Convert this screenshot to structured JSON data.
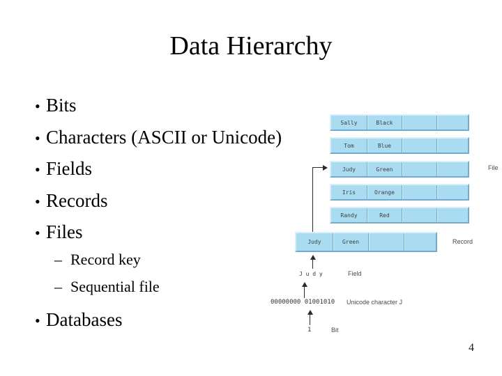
{
  "slide": {
    "title": "Data Hierarchy",
    "page_number": "4",
    "bullet_char": "•",
    "dash_char": "–",
    "bullets_level1": [
      "Bits",
      "Characters (ASCII or Unicode)",
      "Fields",
      "Records",
      "Files"
    ],
    "sub_bullets": [
      "Record key",
      "Sequential file"
    ],
    "bullets_level1_cont": [
      "Databases"
    ]
  },
  "diagram": {
    "file_table": {
      "label": "File",
      "rows": [
        {
          "first_name": "Sally",
          "last_name": "Black"
        },
        {
          "first_name": "Tom",
          "last_name": "Blue"
        },
        {
          "first_name": "Judy",
          "last_name": "Green"
        },
        {
          "first_name": "Iris",
          "last_name": "Orange"
        },
        {
          "first_name": "Randy",
          "last_name": "Red"
        }
      ]
    },
    "record": {
      "label": "Record",
      "first_name": "Judy",
      "last_name": "Green"
    },
    "field": {
      "label": "Field",
      "value": "J u d y"
    },
    "unicode": {
      "label": "Unicode character J",
      "value": "00000000 01001010"
    },
    "bit": {
      "label": "Bit",
      "value": "1"
    }
  },
  "colors": {
    "cell_fill": "#a9dbf1",
    "bevel_light": "#d9eefa",
    "bevel_dark": "#72abcb",
    "divider": "#6fa9c9",
    "label_text": "#4a4a4a",
    "cell_text": "#3f3f3f",
    "arrow": "#2a2a2a"
  }
}
